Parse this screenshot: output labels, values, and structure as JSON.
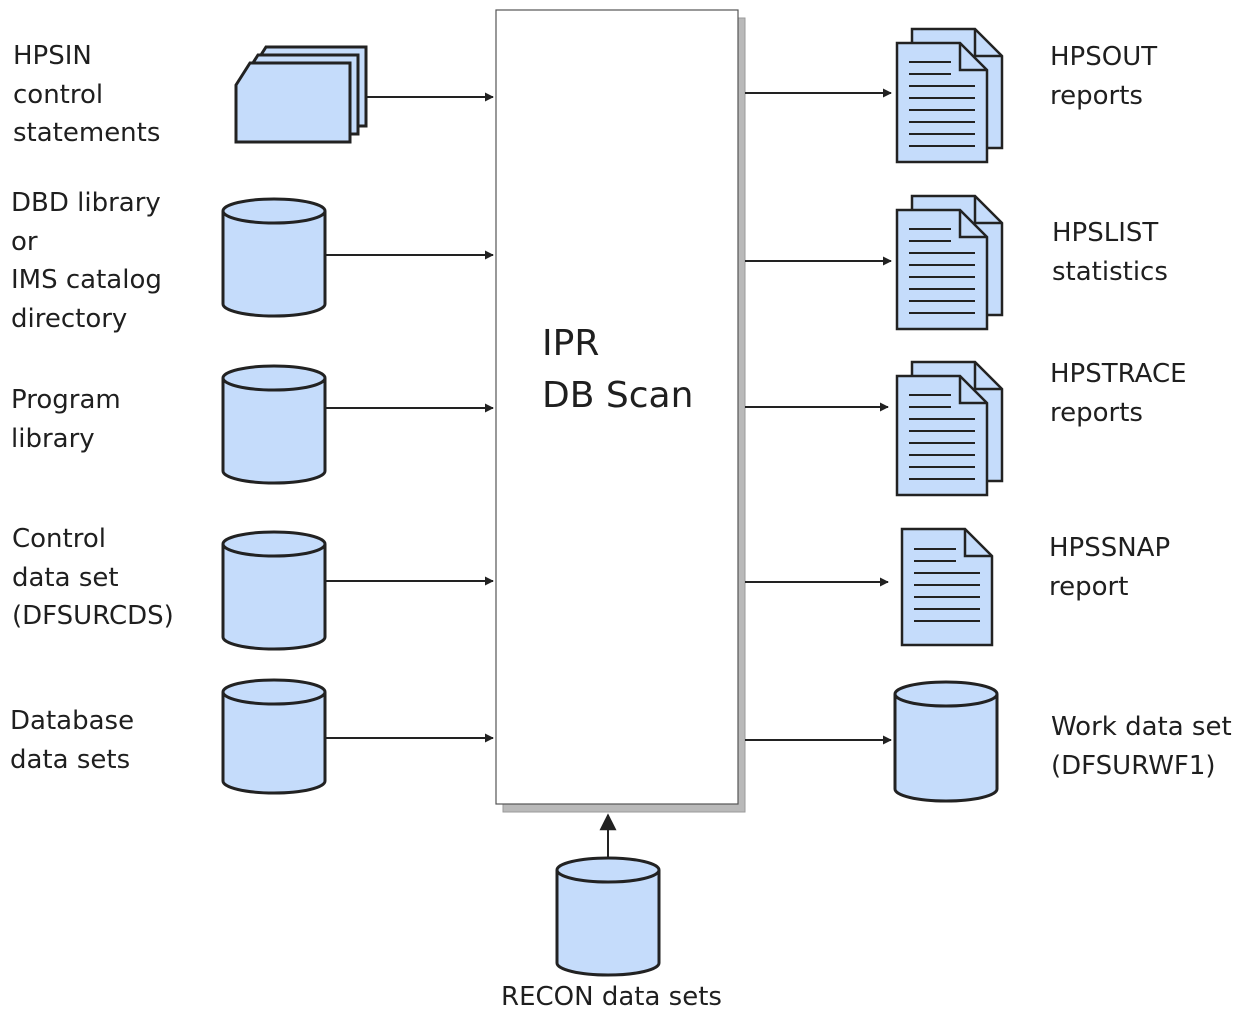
{
  "center": {
    "line1": "IPR",
    "line2": "DB Scan"
  },
  "inputs": [
    {
      "lines": [
        "HPSIN",
        "control",
        "statements"
      ],
      "icon": "card-deck-icon"
    },
    {
      "lines": [
        "DBD library",
        "or",
        "IMS catalog",
        "directory"
      ],
      "icon": "database-cylinder-icon"
    },
    {
      "lines": [
        "Program",
        "library"
      ],
      "icon": "database-cylinder-icon"
    },
    {
      "lines": [
        "Control",
        "data set",
        "(DFSURCDS)"
      ],
      "icon": "database-cylinder-icon"
    },
    {
      "lines": [
        "Database",
        "data sets"
      ],
      "icon": "database-cylinder-icon"
    }
  ],
  "outputs": [
    {
      "lines": [
        "HPSOUT",
        "reports"
      ],
      "icon": "stacked-documents-icon"
    },
    {
      "lines": [
        "HPSLIST",
        "statistics"
      ],
      "icon": "stacked-documents-icon"
    },
    {
      "lines": [
        "HPSTRACE",
        "reports"
      ],
      "icon": "stacked-documents-icon"
    },
    {
      "lines": [
        "HPSSNAP",
        "report"
      ],
      "icon": "document-icon"
    },
    {
      "lines": [
        "Work data set",
        "(DFSURWF1)"
      ],
      "icon": "database-cylinder-icon"
    }
  ],
  "bottom": {
    "label": "RECON data sets",
    "icon": "database-cylinder-icon"
  },
  "colors": {
    "fill": "#c5dcfb",
    "stroke": "#222222",
    "shadow": "#b9b9b9",
    "text": "#1f1f1f"
  }
}
